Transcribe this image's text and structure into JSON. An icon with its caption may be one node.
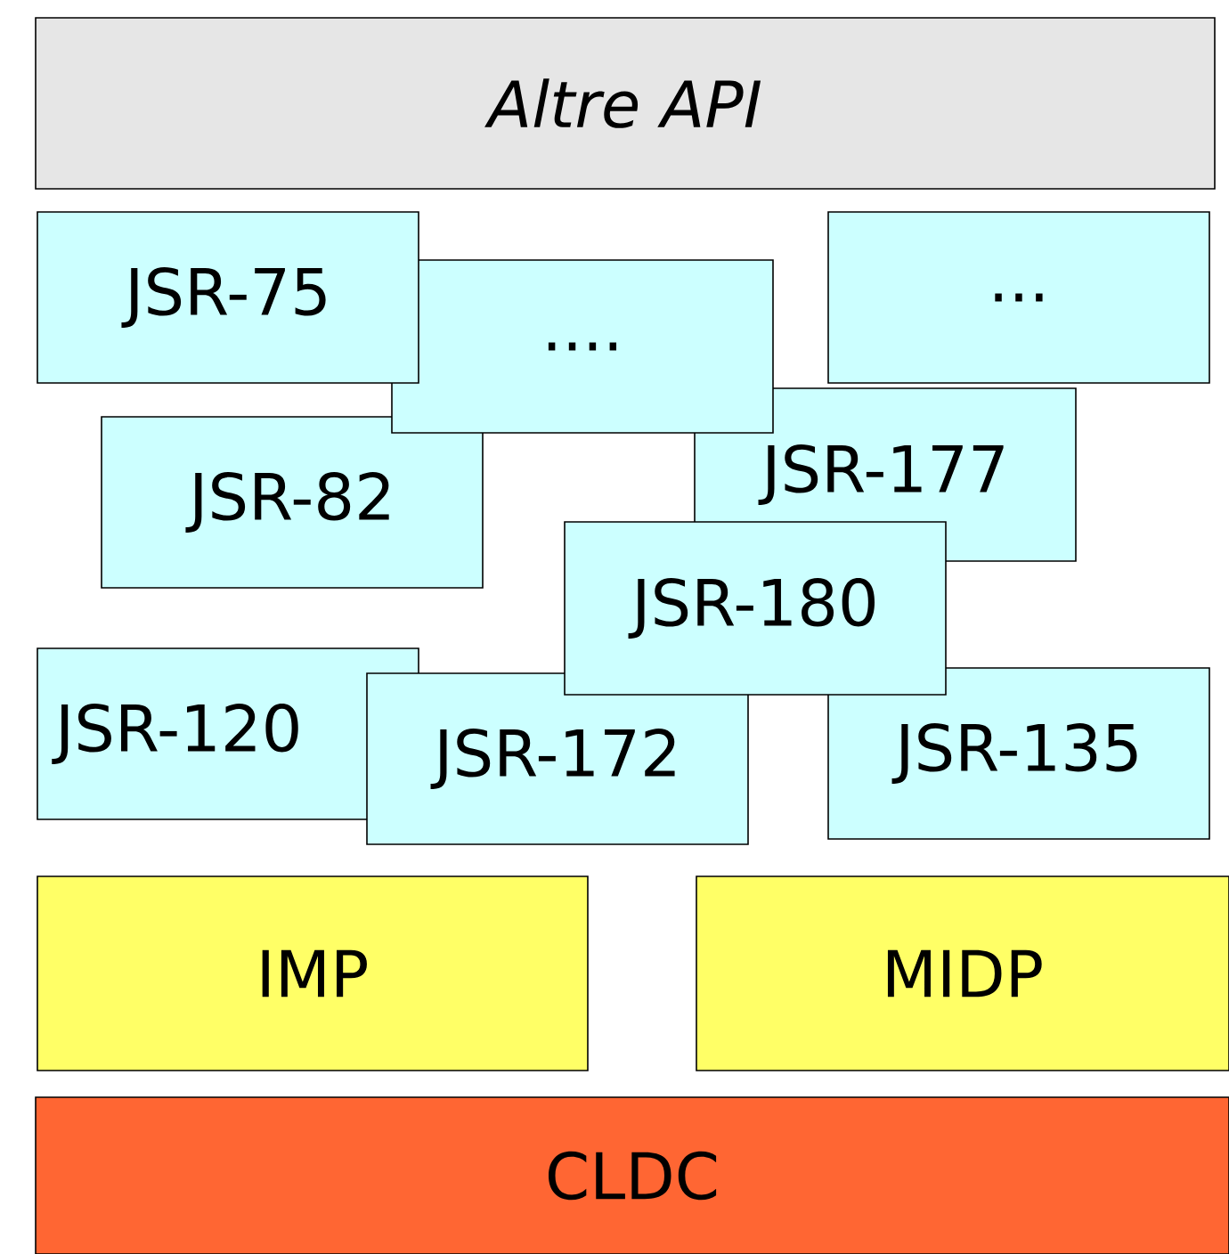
{
  "diagram": {
    "nodes": [
      {
        "text": [
          "Altre API"
        ]
      },
      {
        "text": [
          "JSR-75"
        ]
      },
      {
        "text": [
          "...."
        ]
      },
      {
        "text": [
          "..."
        ]
      },
      {
        "text": [
          "JSR-82"
        ]
      },
      {
        "text": [
          "JSR-177"
        ]
      },
      {
        "text": [
          "JSR-180"
        ]
      },
      {
        "text": [
          "JSR-120"
        ]
      },
      {
        "text": [
          "JSR-172"
        ]
      },
      {
        "text": [
          "JSR-135"
        ]
      },
      {
        "text": [
          "IMP"
        ]
      },
      {
        "text": [
          "MIDP"
        ]
      },
      {
        "text": [
          "CLDC"
        ]
      }
    ]
  }
}
